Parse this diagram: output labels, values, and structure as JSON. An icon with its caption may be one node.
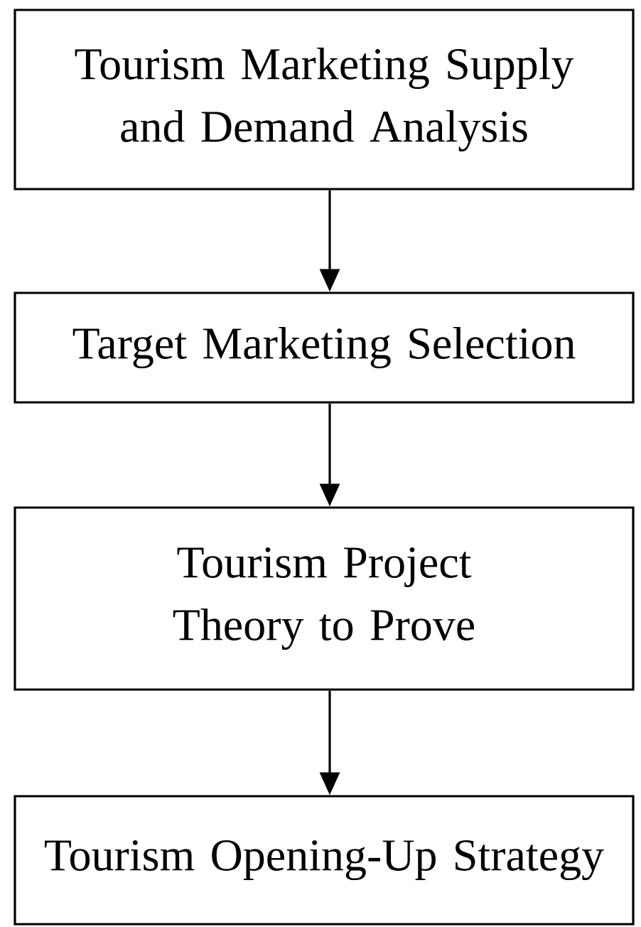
{
  "diagram": {
    "nodes": [
      {
        "text": [
          "Tourism Marketing Supply and Demand Analysis"
        ]
      },
      {
        "text": [
          "Target Marketing Selection"
        ]
      },
      {
        "text": [
          "Tourism Project Theory to Prove"
        ]
      },
      {
        "text": [
          "Tourism Opening-Up Strategy"
        ]
      }
    ],
    "edges": [
      {
        "from": 0,
        "to": 1,
        "arrow": "to"
      },
      {
        "from": 1,
        "to": 2,
        "arrow": "to"
      },
      {
        "from": 2,
        "to": 3,
        "arrow": "to"
      }
    ]
  }
}
